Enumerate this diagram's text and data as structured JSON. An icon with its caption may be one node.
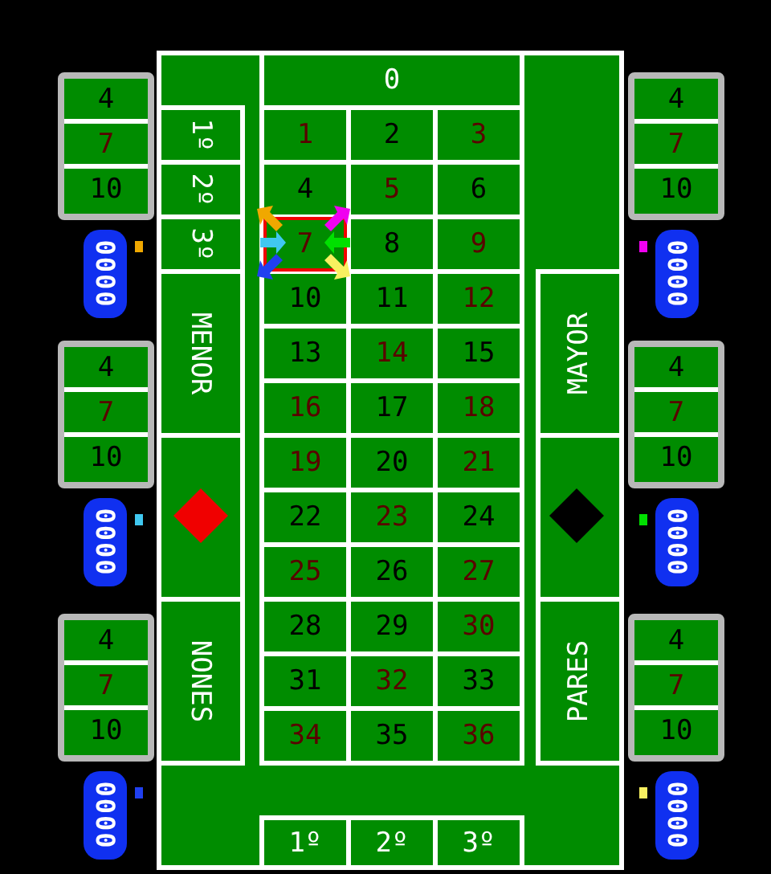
{
  "diagram": {
    "labels": [
      "4",
      "7",
      "10",
      "0000",
      "4",
      "7",
      "10",
      "0000",
      "4",
      "7",
      "10",
      "0000",
      "0",
      "1º",
      "2º",
      "3º",
      "1",
      "2",
      "3",
      "4",
      "5",
      "6",
      "7",
      "8",
      "9",
      "10",
      "11",
      "12",
      "13",
      "14",
      "15",
      "16",
      "17",
      "18",
      "19",
      "20",
      "21",
      "22",
      "23",
      "24",
      "25",
      "26",
      "27",
      "28",
      "29",
      "30",
      "31",
      "32",
      "33",
      "34",
      "35",
      "36",
      "MENOR",
      "NONES",
      "MAYOR",
      "PARES",
      "1º",
      "2º",
      "3º",
      "4",
      "7",
      "10",
      "0000",
      "4",
      "7",
      "10",
      "0000",
      "4",
      "7",
      "10",
      "0000"
    ]
  }
}
